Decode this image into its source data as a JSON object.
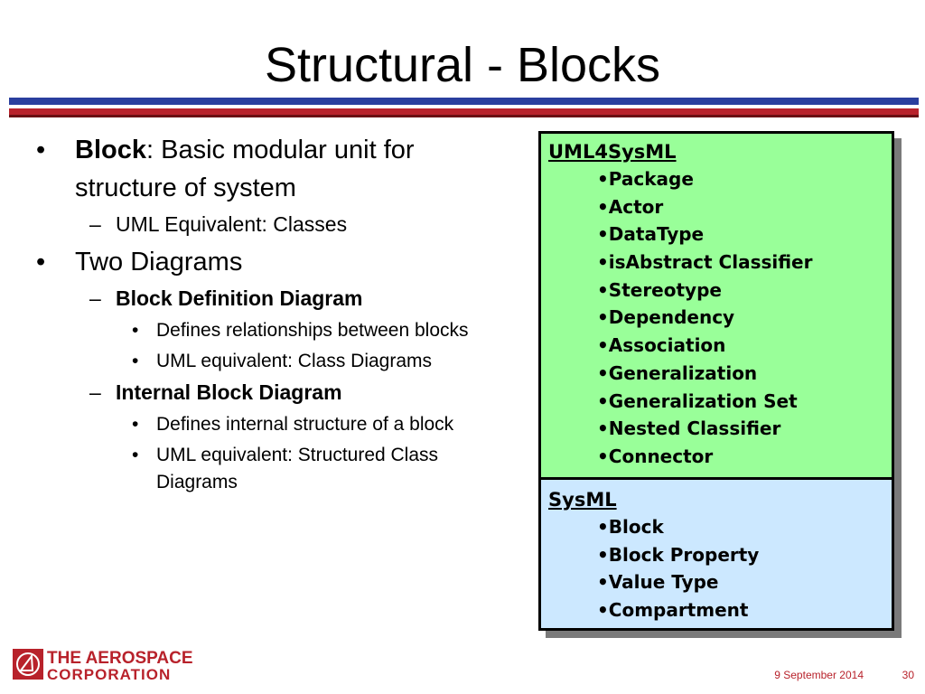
{
  "title": "Structural - Blocks",
  "bullets": {
    "block_term": "Block",
    "block_desc": ": Basic modular unit for structure of system",
    "uml_equiv": "UML Equivalent: Classes",
    "two_diagrams": "Two Diagrams",
    "bdd": "Block Definition Diagram",
    "bdd_sub1": "Defines relationships between blocks",
    "bdd_sub2": "UML equivalent: Class Diagrams",
    "ibd": "Internal Block Diagram",
    "ibd_sub1": "Defines internal structure of a block",
    "ibd_sub2": "UML equivalent: Structured Class Diagrams"
  },
  "uml4sysml": {
    "header": "UML4SysML",
    "items": [
      "•Package",
      "•Actor",
      "•DataType",
      "•isAbstract Classifier",
      "•Stereotype",
      "•Dependency",
      "•Association",
      "•Generalization",
      "•Generalization Set",
      "•Nested Classifier",
      "•Connector"
    ]
  },
  "sysml": {
    "header": "SysML",
    "items": [
      "•Block",
      "•Block Property",
      "•Value Type",
      "•Compartment"
    ]
  },
  "footer": {
    "org_line1": "THE AEROSPACE",
    "org_line2": "CORPORATION",
    "date": "9 September 2014",
    "page": "30"
  },
  "colors": {
    "green_box": "#99ff99",
    "blue_box": "#cce8ff",
    "rule_blue": "#2a3f9e",
    "rule_red": "#b8222b"
  }
}
